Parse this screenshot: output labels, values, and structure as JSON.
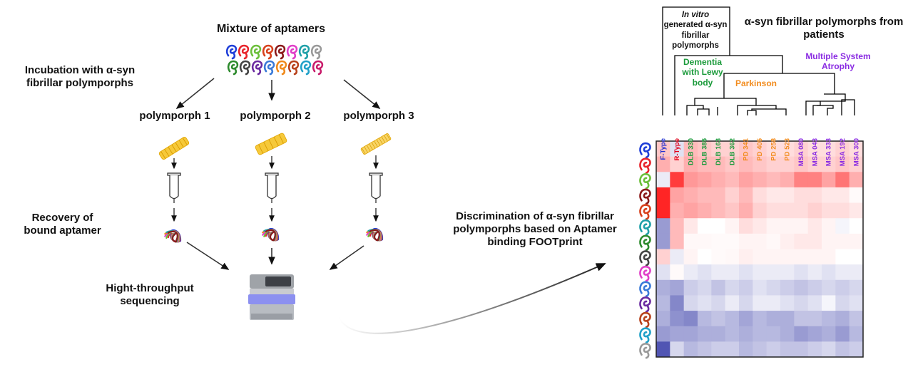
{
  "workflow": {
    "mixture_title": "Mixture of aptamers",
    "incubation_label": "Incubation with α-syn fibrillar polymporphs",
    "polymorphs": [
      "polymporph 1",
      "polymporph 2",
      "polymporph 3"
    ],
    "recovery_label": "Recovery of bound aptamer",
    "sequencing_label": "Hight-throughput sequencing",
    "discrimination_label": "Discrimination of α-syn fibrillar polymporphs based on Aptamer binding FOOTprint"
  },
  "heatmap": {
    "title": "α-syn fibrillar polymorphs from patients",
    "in_vitro_label_italic": "In vitro",
    "in_vitro_label_rest": "generated α-syn fibrillar polymorphs",
    "group_labels": [
      {
        "text": "Dementia with Lewy body",
        "color": "#1a9a3a"
      },
      {
        "text": "Parkinson",
        "color": "#f28c1e"
      },
      {
        "text": "Multiple System Atrophy",
        "color": "#8a2be2"
      }
    ],
    "columns": [
      {
        "label": "F-Type",
        "color": "#1f2fd0"
      },
      {
        "label": "R-Type",
        "color": "#e0001a"
      },
      {
        "label": "DLB 330",
        "color": "#1a9a3a"
      },
      {
        "label": "DLB 385",
        "color": "#1a9a3a"
      },
      {
        "label": "DLB 163",
        "color": "#1a9a3a"
      },
      {
        "label": "DLB 362",
        "color": "#1a9a3a"
      },
      {
        "label": "PD 341",
        "color": "#f28c1e"
      },
      {
        "label": "PD 405",
        "color": "#f28c1e"
      },
      {
        "label": "PD 258",
        "color": "#f28c1e"
      },
      {
        "label": "PD 523",
        "color": "#f28c1e"
      },
      {
        "label": "MSA 080",
        "color": "#8a2be2"
      },
      {
        "label": "MSA 043",
        "color": "#8a2be2"
      },
      {
        "label": "MSA 333",
        "color": "#8a2be2"
      },
      {
        "label": "MSA 192",
        "color": "#8a2be2"
      },
      {
        "label": "MSA 300",
        "color": "#8a2be2"
      }
    ],
    "row_aptamer_colors": [
      "#1f3fd8",
      "#e8242c",
      "#6cbf3a",
      "#8b1a1a",
      "#d8411c",
      "#1fa0a8",
      "#2e8b2e",
      "#444444",
      "#e040c8",
      "#3a7ad8",
      "#6a2aa0",
      "#b8421c",
      "#20a0c8",
      "#999999"
    ],
    "values": [
      [
        0.25,
        -0.15,
        0.3,
        0.25,
        0.2,
        0.2,
        0.25,
        0.2,
        0.15,
        0.15,
        0.2,
        0.15,
        0.15,
        0.2,
        0.15
      ],
      [
        0.35,
        0.2,
        0.35,
        0.3,
        0.3,
        0.25,
        0.3,
        0.25,
        0.2,
        0.2,
        0.25,
        0.2,
        0.2,
        0.25,
        0.2
      ],
      [
        -0.1,
        0.85,
        0.45,
        0.4,
        0.35,
        0.3,
        0.4,
        0.35,
        0.3,
        0.35,
        0.55,
        0.55,
        0.4,
        0.6,
        0.35
      ],
      [
        0.95,
        0.4,
        0.35,
        0.3,
        0.3,
        0.2,
        0.3,
        0.15,
        0.1,
        0.1,
        0.15,
        0.15,
        0.1,
        0.1,
        0.02
      ],
      [
        0.95,
        0.35,
        0.4,
        0.35,
        0.3,
        0.25,
        0.35,
        0.2,
        0.15,
        0.15,
        0.15,
        0.2,
        0.15,
        0.15,
        0.1
      ],
      [
        -0.5,
        0.3,
        0.1,
        0.0,
        0.0,
        0.05,
        0.15,
        0.1,
        0.05,
        0.05,
        0.05,
        0.1,
        0.05,
        -0.05,
        0.0
      ],
      [
        -0.5,
        0.3,
        0.03,
        0.03,
        0.02,
        0.02,
        0.05,
        0.05,
        0.03,
        0.07,
        0.1,
        0.1,
        0.05,
        0.05,
        0.05
      ],
      [
        0.2,
        -0.1,
        0.05,
        0.0,
        0.02,
        0.03,
        0.07,
        0.05,
        0.05,
        0.05,
        0.05,
        0.05,
        0.05,
        0.0,
        0.0
      ],
      [
        -0.15,
        0.02,
        -0.1,
        -0.15,
        -0.1,
        -0.1,
        -0.15,
        -0.1,
        -0.1,
        -0.1,
        -0.15,
        -0.1,
        -0.15,
        -0.1,
        -0.1
      ],
      [
        -0.4,
        -0.45,
        -0.25,
        -0.2,
        -0.3,
        -0.2,
        -0.25,
        -0.15,
        -0.2,
        -0.25,
        -0.3,
        -0.25,
        -0.2,
        -0.25,
        -0.2
      ],
      [
        -0.35,
        -0.6,
        -0.2,
        -0.15,
        -0.2,
        -0.1,
        -0.2,
        -0.1,
        -0.1,
        -0.15,
        -0.2,
        -0.15,
        -0.05,
        -0.2,
        -0.15
      ],
      [
        -0.4,
        -0.55,
        -0.6,
        -0.35,
        -0.3,
        -0.35,
        -0.45,
        -0.35,
        -0.4,
        -0.4,
        -0.3,
        -0.3,
        -0.35,
        -0.4,
        -0.3
      ],
      [
        -0.5,
        -0.45,
        -0.45,
        -0.4,
        -0.4,
        -0.35,
        -0.4,
        -0.35,
        -0.35,
        -0.4,
        -0.5,
        -0.45,
        -0.4,
        -0.5,
        -0.35
      ],
      [
        -0.85,
        -0.2,
        -0.35,
        -0.3,
        -0.25,
        -0.25,
        -0.35,
        -0.3,
        -0.25,
        -0.3,
        -0.3,
        -0.25,
        -0.2,
        -0.3,
        -0.25
      ]
    ]
  }
}
